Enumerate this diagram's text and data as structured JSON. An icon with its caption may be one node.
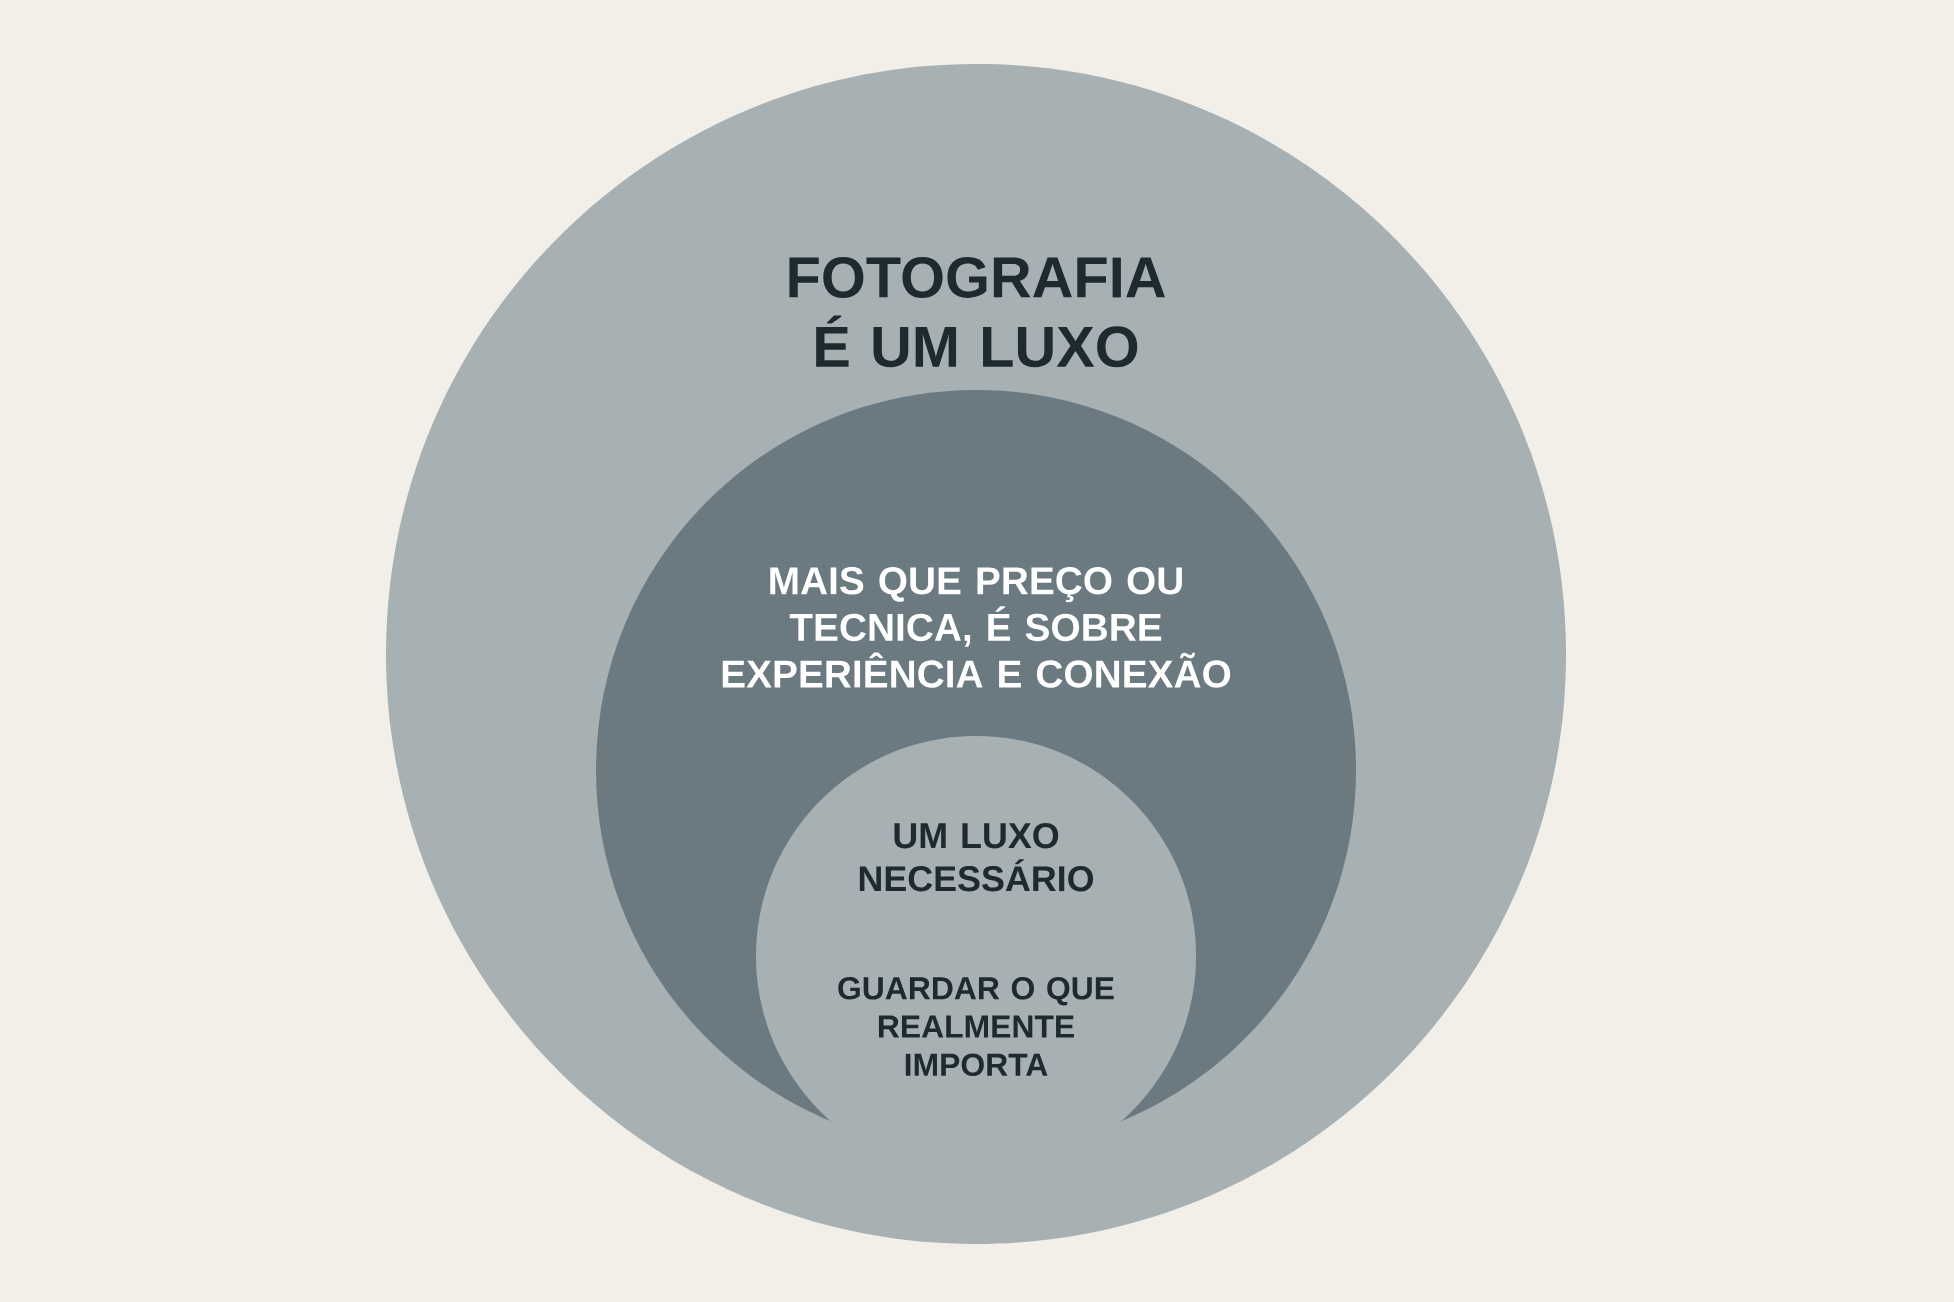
{
  "diagram": {
    "nodes": [
      {
        "text": [
          "FOTOGRAFIA É UM LUXO"
        ]
      },
      {
        "text": [
          "MAIS QUE PREÇO OU TECNICA, É SOBRE EXPERIÊNCIA E CONEXÃO"
        ],
        "in": 0
      },
      {
        "text": [
          "UM LUXO NECESSÁRIO",
          "GUARDAR O QUE REALMENTE IMPORTA"
        ],
        "in": 1
      }
    ]
  }
}
